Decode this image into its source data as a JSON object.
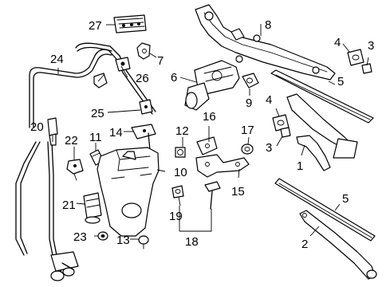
{
  "callouts": [
    {
      "num": "1"
    },
    {
      "num": "2"
    },
    {
      "num": "3"
    },
    {
      "num": "3"
    },
    {
      "num": "4"
    },
    {
      "num": "4"
    },
    {
      "num": "5"
    },
    {
      "num": "5"
    },
    {
      "num": "6"
    },
    {
      "num": "7"
    },
    {
      "num": "8"
    },
    {
      "num": "9"
    },
    {
      "num": "10"
    },
    {
      "num": "11"
    },
    {
      "num": "12"
    },
    {
      "num": "13"
    },
    {
      "num": "14"
    },
    {
      "num": "15"
    },
    {
      "num": "16"
    },
    {
      "num": "17"
    },
    {
      "num": "18"
    },
    {
      "num": "19"
    },
    {
      "num": "20"
    },
    {
      "num": "21"
    },
    {
      "num": "22"
    },
    {
      "num": "23"
    },
    {
      "num": "24"
    },
    {
      "num": "25"
    },
    {
      "num": "26"
    },
    {
      "num": "27"
    }
  ],
  "colors": {
    "line": "#000000",
    "background": "#ffffff"
  }
}
